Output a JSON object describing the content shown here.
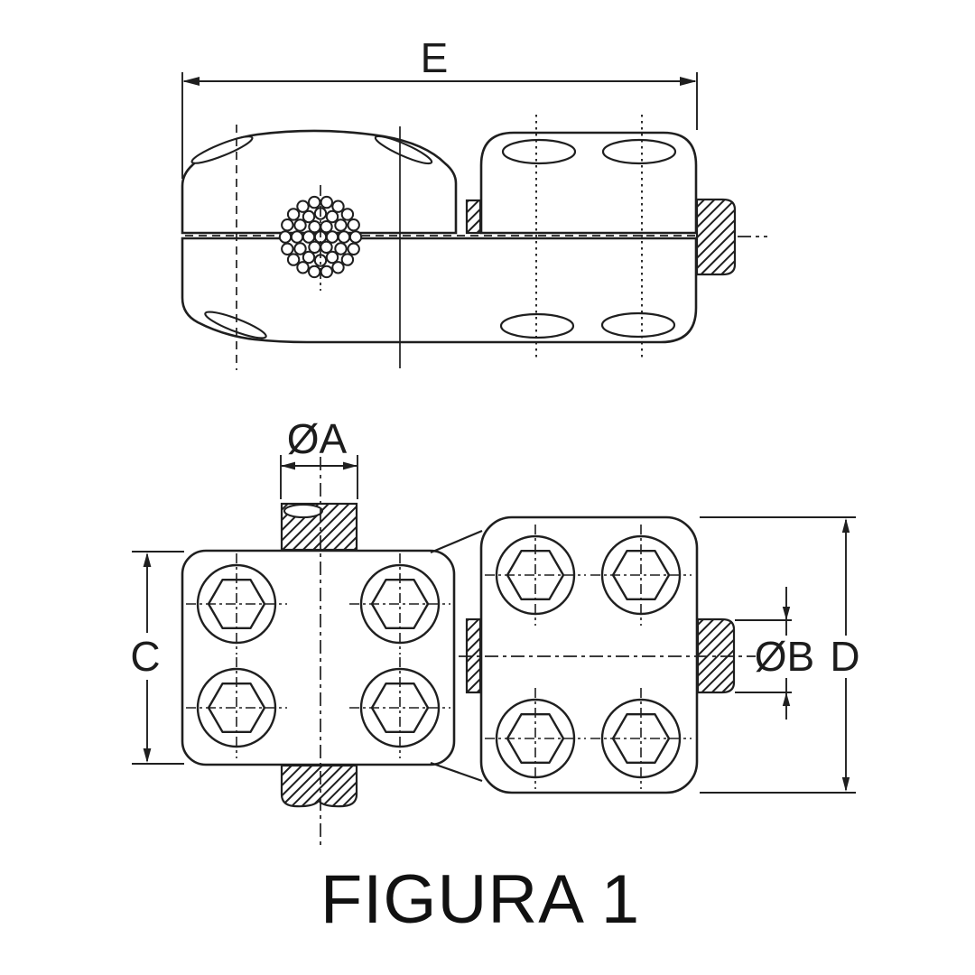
{
  "figure": {
    "caption": "FIGURA 1"
  },
  "dimensions": {
    "overall_length": "E",
    "conductor_diameter": "ØA",
    "left_block_height": "C",
    "stud_diameter": "ØB",
    "right_block_height": "D"
  },
  "style": {
    "line_color": "#1f1f1f",
    "background_color": "#ffffff"
  }
}
